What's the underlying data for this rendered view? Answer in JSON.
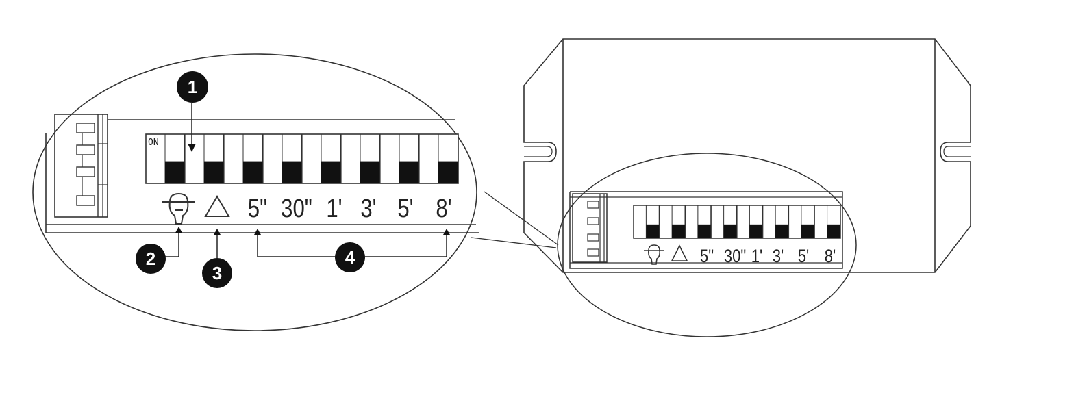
{
  "switch_labels": [
    "5\"",
    "30\"",
    "1'",
    "3'",
    "5'",
    "8'"
  ],
  "on_label": "ON",
  "callouts": [
    "1",
    "2",
    "3",
    "4"
  ],
  "icons": [
    "sensor-head-icon",
    "warning-triangle-icon"
  ],
  "colors": {
    "line": "#333333",
    "fill": "#111111",
    "background": "#ffffff"
  }
}
